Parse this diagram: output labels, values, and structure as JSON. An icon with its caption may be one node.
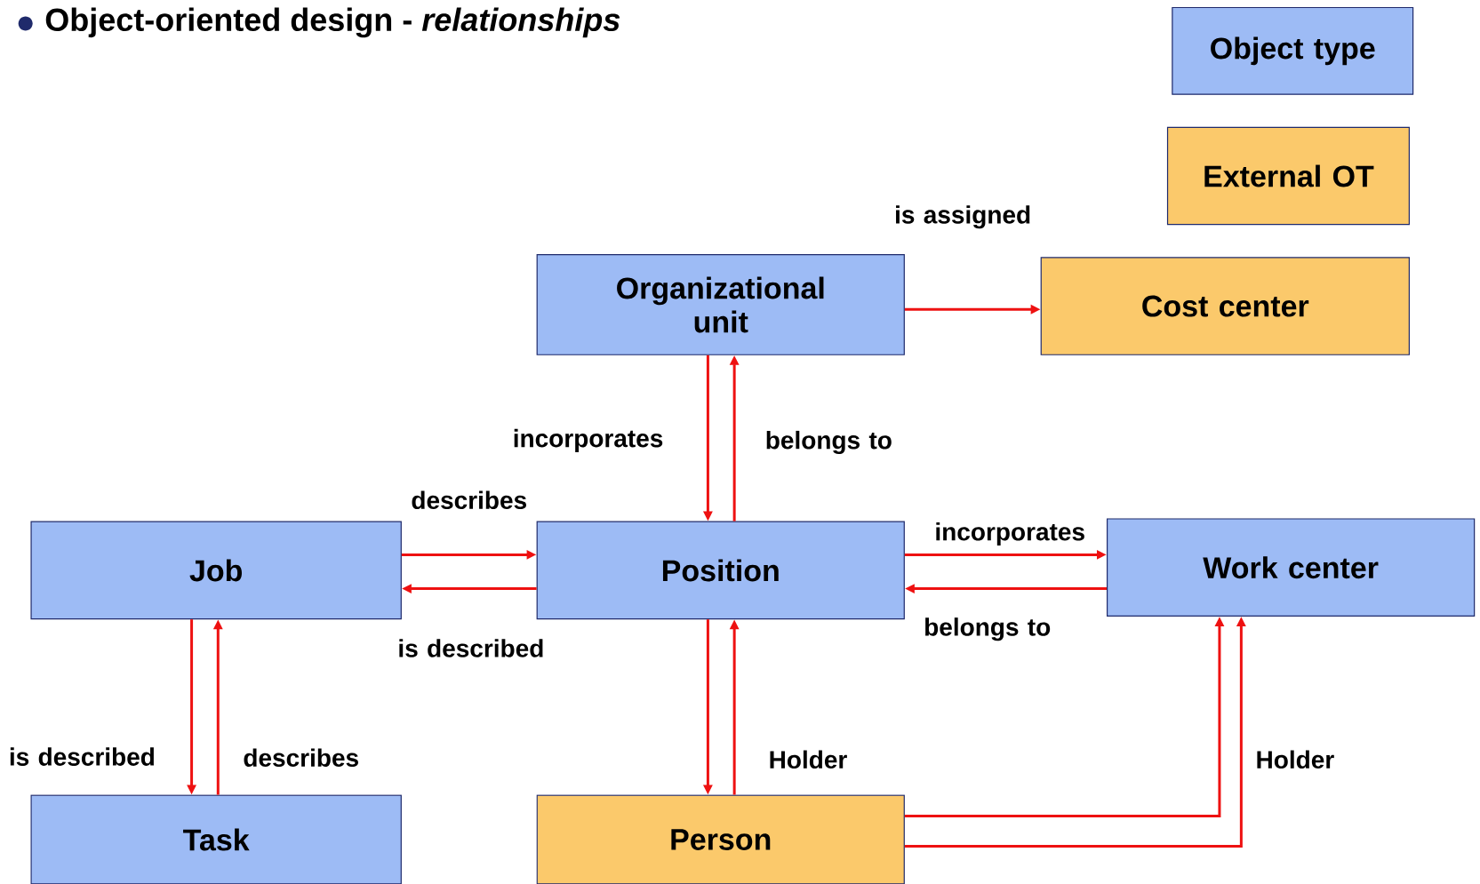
{
  "diagram": {
    "title": "Object-oriented design - *relationships*",
    "nodes": [
      {
        "text": [
          "Object type"
        ]
      },
      {
        "text": [
          "External OT"
        ]
      },
      {
        "text": [
          "Organizational unit"
        ]
      },
      {
        "text": [
          "Cost center"
        ]
      },
      {
        "text": [
          "Job"
        ]
      },
      {
        "text": [
          "Position"
        ]
      },
      {
        "text": [
          "Work center"
        ]
      },
      {
        "text": [
          "Task"
        ]
      },
      {
        "text": [
          "Person"
        ]
      }
    ],
    "edges": [
      {
        "from": 2,
        "to": 3,
        "arrow": "to",
        "label": "is assigned"
      },
      {
        "from": 2,
        "to": 5,
        "arrow": "to",
        "label": "incorporates"
      },
      {
        "from": 5,
        "to": 2,
        "arrow": "to",
        "label": "belongs to"
      },
      {
        "from": 4,
        "to": 5,
        "arrow": "to",
        "label": "describes"
      },
      {
        "from": 5,
        "to": 4,
        "arrow": "to",
        "label": "is described"
      },
      {
        "from": 5,
        "to": 6,
        "arrow": "to",
        "label": "incorporates"
      },
      {
        "from": 6,
        "to": 5,
        "arrow": "to",
        "label": "belongs to"
      },
      {
        "from": 4,
        "to": 7,
        "arrow": "to",
        "label": "is described"
      },
      {
        "from": 7,
        "to": 4,
        "arrow": "to",
        "label": "describes"
      },
      {
        "from": 5,
        "to": 8,
        "arrow": "to"
      },
      {
        "from": 8,
        "to": 5,
        "arrow": "to",
        "label": "Holder"
      },
      {
        "from": 8,
        "to": 6,
        "arrow": "to"
      },
      {
        "from": 8,
        "to": 6,
        "arrow": "to",
        "label": "Holder"
      }
    ]
  }
}
